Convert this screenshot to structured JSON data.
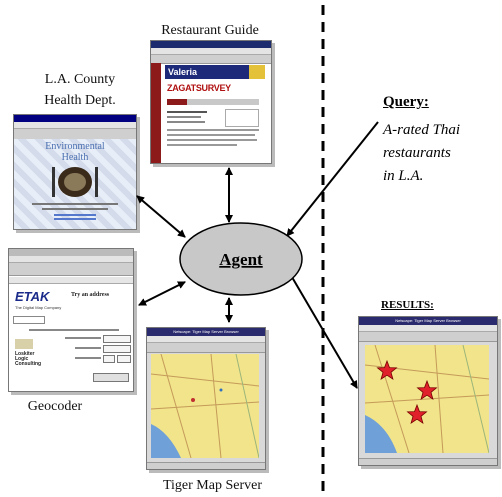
{
  "labels": {
    "restaurant_guide": "Restaurant Guide",
    "health_dept_line1": "L.A. County",
    "health_dept_line2": "Health Dept.",
    "geocoder": "Geocoder",
    "tiger_map_server": "Tiger Map Server",
    "agent": "Agent"
  },
  "query": {
    "title": "Query:",
    "lines": [
      "A-rated Thai",
      "restaurants",
      "in L.A."
    ]
  },
  "results_label": "RESULTS:",
  "screens": {
    "health": {
      "heading_line1": "Environmental",
      "heading_line2": "Health"
    },
    "restaurant": {
      "brand": "Valeria",
      "survey": "ZAGATSURVEY"
    },
    "geocoder": {
      "logo": "ETAK",
      "tagline": "The Digital Map Company",
      "prompt": "Try an address",
      "left_text_1": "Loskiter",
      "left_text_2": "Logic",
      "left_text_3": "Consulting"
    },
    "tiger": {
      "title": "Netscape: Tiger Map Server Browser"
    },
    "results": {
      "title": "Netscape: Tiger Map Server Browser"
    }
  },
  "colors": {
    "map_land": "#f2e48a",
    "map_water": "#6fa0d8",
    "map_roads": "#c49a5a",
    "star": "#e0202a",
    "agent_fill": "#c8c8c8"
  }
}
